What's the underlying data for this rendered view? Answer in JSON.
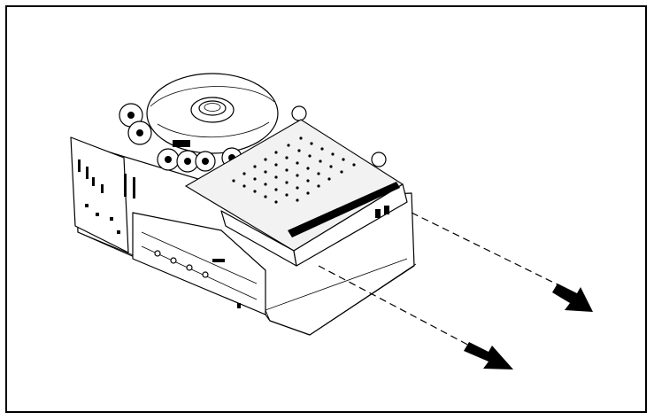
{
  "figure": {
    "subject": "tape-drive-mechanism",
    "component": "tape-cartridge",
    "action": "remove-cartridge-direction-arrows",
    "arrow_count": 2,
    "line_color": "#000000",
    "background_color": "#ffffff"
  }
}
